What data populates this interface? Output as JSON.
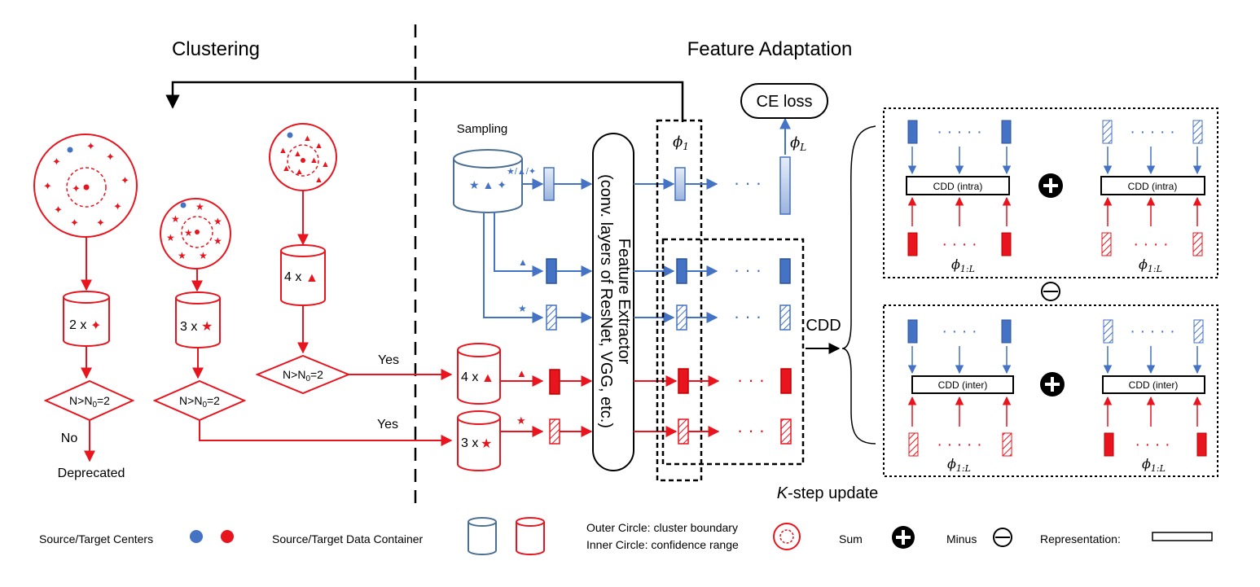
{
  "sections": {
    "clustering": "Clustering",
    "adaptation": "Feature Adaptation"
  },
  "labels": {
    "sampling": "Sampling",
    "ce_loss": "CE loss",
    "cdd": "CDD",
    "k_step_k": "K",
    "k_step_rest": "-step update",
    "extractor_line1": "Feature Extractor",
    "extractor_line2": "(conv. layers of ResNet, VGG, etc.)",
    "no": "No",
    "deprecated": "Deprecated",
    "yes_top": "Yes",
    "yes_bottom": "Yes",
    "decision1": "N>N",
    "decision2": "N>N",
    "decision3": "N>N",
    "decision_sub": "0",
    "decision_tail": "=2",
    "ctr1_count": "2 x",
    "ctr2_count": "3 x",
    "ctr3_count": "4 x",
    "ctr4_count": "4 x",
    "ctr5_count": "3 x",
    "sample_tag_top": "★/▲/✦",
    "phi1": "ϕ",
    "phi1_sub": "1",
    "phiL": "ϕ",
    "phiL_sub": "L",
    "cdd_intra_1": "CDD (intra)",
    "cdd_intra_2": "CDD (intra)",
    "cdd_inter_1": "CDD (inter)",
    "cdd_inter_2": "CDD (inter)",
    "phi_range": "ϕ",
    "phi_range_sub": "1:L",
    "dots_5": "· · · · ·",
    "dots_4": "· · · ·",
    "dots_3": "· · ·"
  },
  "legend": {
    "centers": "Source/Target Centers",
    "container": "Source/Target Data Container",
    "outer": "Outer Circle: cluster boundary",
    "inner": "Inner Circle: confidence range",
    "sum": "Sum",
    "minus": "Minus",
    "representation": "Representation:"
  },
  "colors": {
    "source": "#4472c4",
    "target": "#e8141e",
    "line": "#000000"
  }
}
